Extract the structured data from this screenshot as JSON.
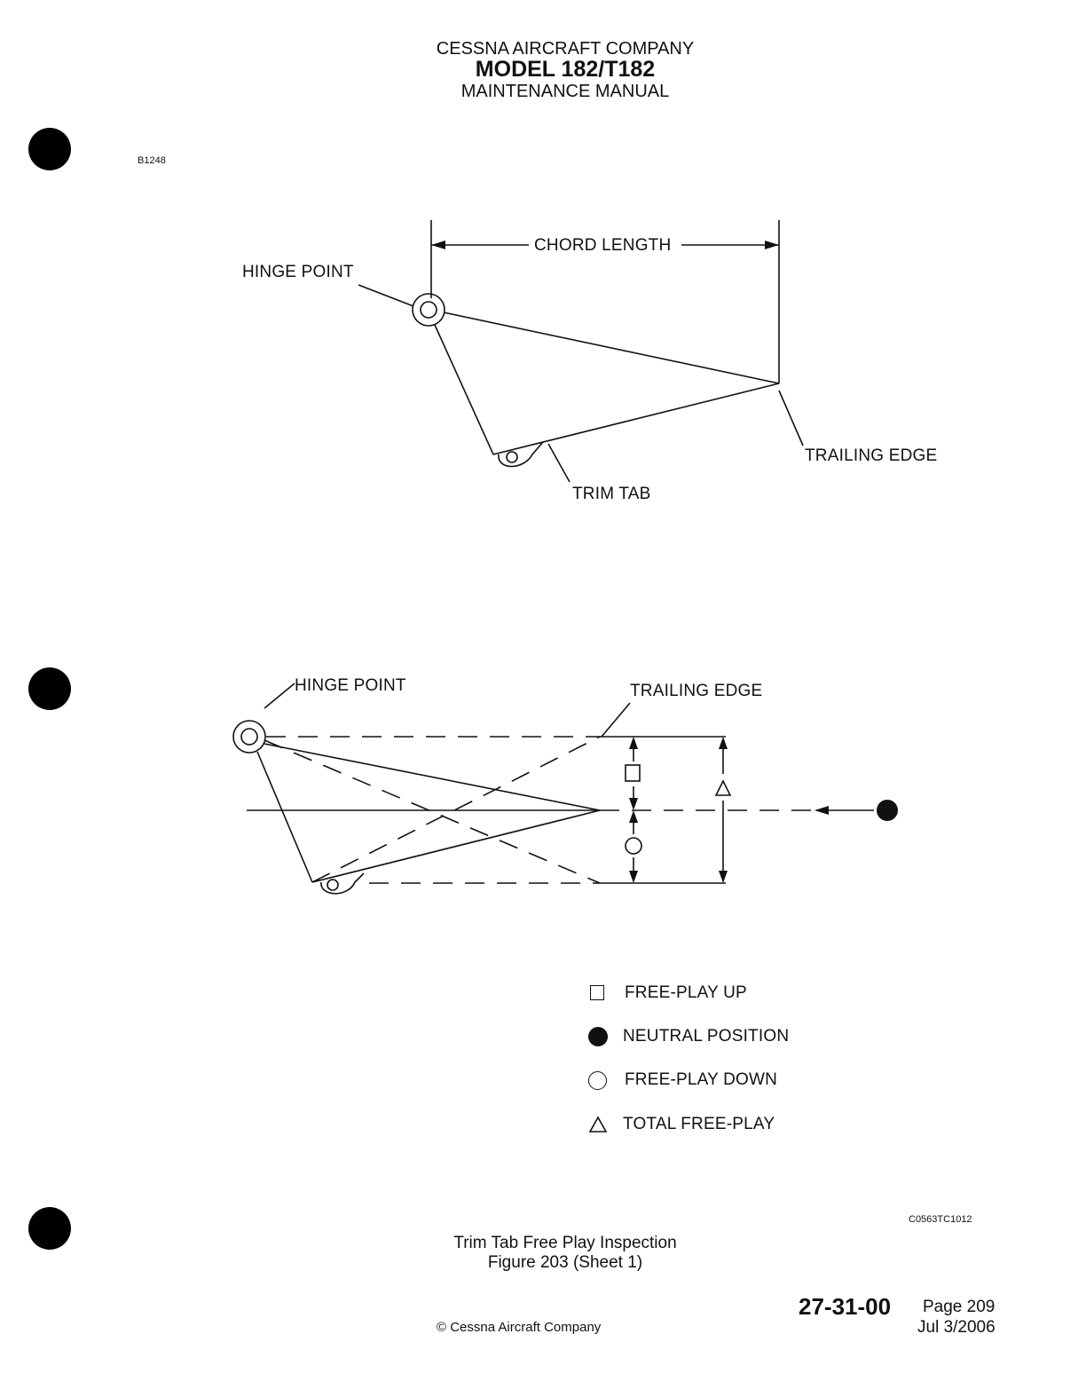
{
  "header": {
    "company": "CESSNA AIRCRAFT COMPANY",
    "model": "MODEL 182/T182",
    "manual": "MAINTENANCE MANUAL"
  },
  "figure_ref_top": "B1248",
  "figure_ref_bottom": "C0563TC1012",
  "diagram_top": {
    "chord_length": "CHORD LENGTH",
    "hinge_point": "HINGE POINT",
    "trailing_edge": "TRAILING EDGE",
    "trim_tab": "TRIM TAB"
  },
  "diagram_bottom": {
    "hinge_point": "HINGE POINT",
    "trailing_edge": "TRAILING EDGE"
  },
  "legend": [
    {
      "symbol": "square",
      "label": "FREE-PLAY UP"
    },
    {
      "symbol": "filled-circle",
      "label": "NEUTRAL POSITION"
    },
    {
      "symbol": "circle",
      "label": "FREE-PLAY DOWN"
    },
    {
      "symbol": "triangle",
      "label": "TOTAL FREE-PLAY"
    }
  ],
  "caption": {
    "title": "Trim Tab Free Play Inspection",
    "figure": "Figure 203 (Sheet 1)"
  },
  "footer": {
    "copyright": "© Cessna Aircraft Company",
    "section": "27-31-00",
    "page": "Page 209",
    "date": "Jul 3/2006"
  }
}
